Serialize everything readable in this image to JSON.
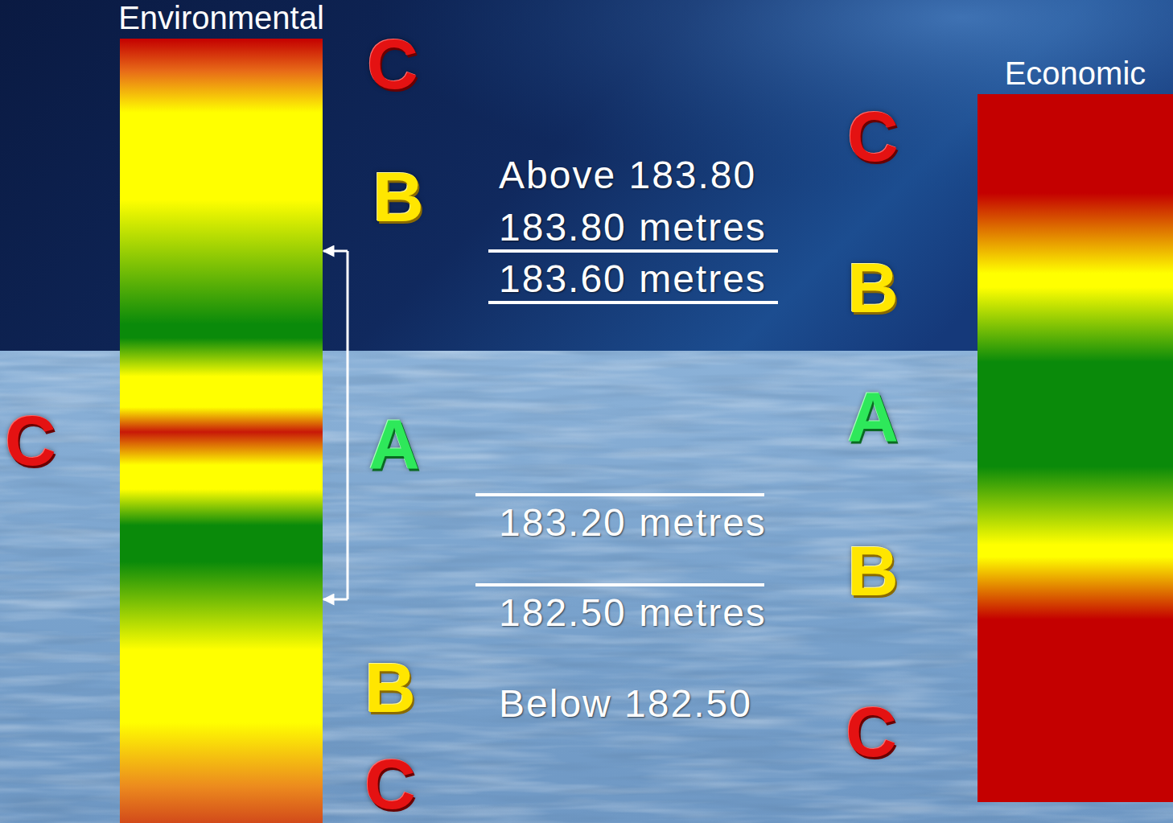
{
  "diagram": {
    "nodes": [
      {
        "text": [
          "Environmental"
        ]
      },
      {
        "text": [
          "Economic"
        ]
      }
    ],
    "labels": [
      "C",
      "C",
      "Above 183.80",
      "B",
      "183.80 metres",
      "183.60 metres",
      "B",
      "A",
      "C",
      "A",
      "183.20 metres",
      "B",
      "182.50 metres",
      "B",
      "Below 182.50",
      "C",
      "C"
    ]
  }
}
